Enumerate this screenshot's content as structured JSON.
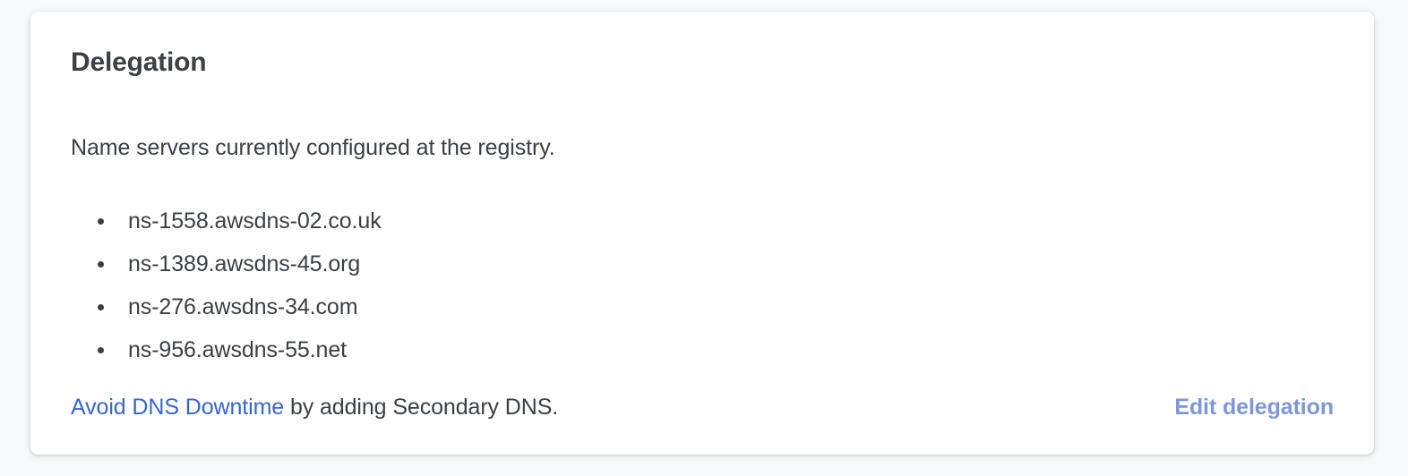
{
  "colors": {
    "page_background": "#f8f9fa",
    "card_background": "#ffffff",
    "text": "#3c4043",
    "link_blue": "#3367d6",
    "action_blue": "#7e97d9",
    "bullet": "#3c4043"
  },
  "card": {
    "title": "Delegation",
    "description": "Name servers currently configured at the registry.",
    "name_servers": [
      "ns-1558.awsdns-02.co.uk",
      "ns-1389.awsdns-45.org",
      "ns-276.awsdns-34.com",
      "ns-956.awsdns-55.net"
    ],
    "footer": {
      "link_label": "Avoid DNS Downtime",
      "trailing_text": " by adding Secondary DNS.",
      "edit_label": "Edit delegation"
    }
  }
}
